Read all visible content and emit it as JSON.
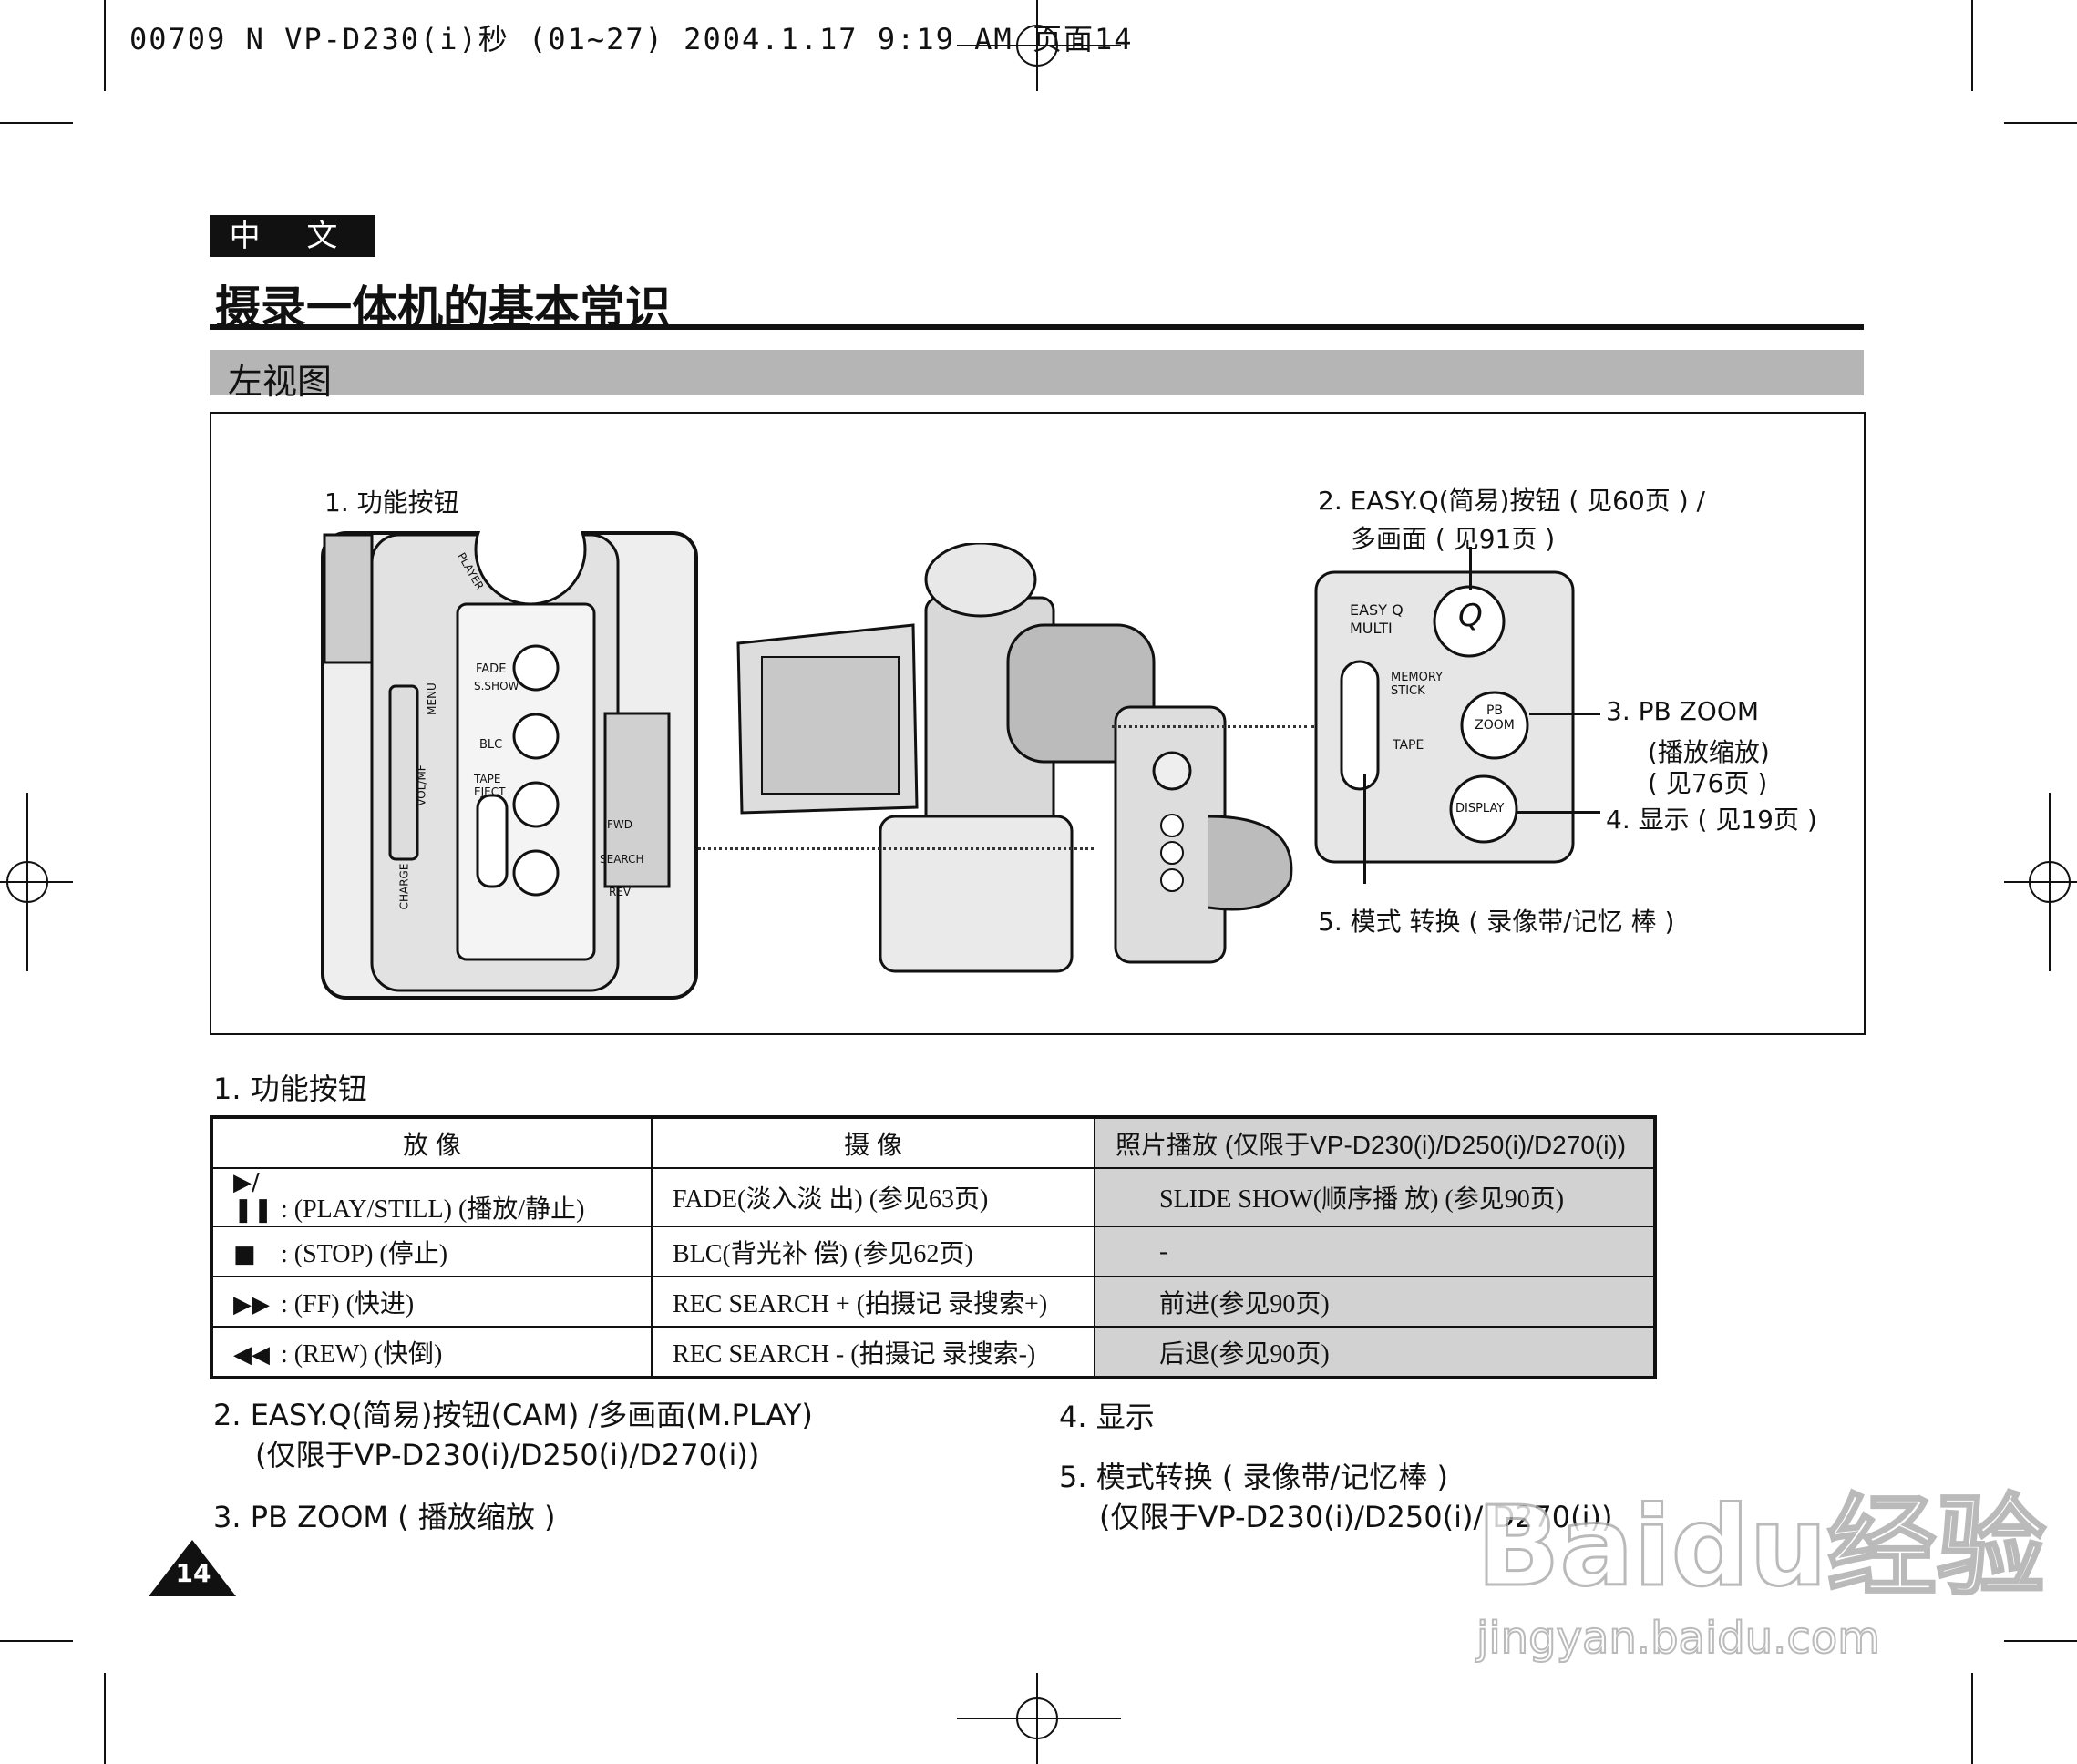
{
  "print_header": "00709 N VP-D230(i)秒 (01~27) 2004.1.17 9:19 AM 页面14",
  "lang_badge": "中 文",
  "title": "摄录一体机的基本常识",
  "section": "左视图",
  "figure": {
    "callout_1": "1. 功能按钮",
    "callout_2a": "2. EASY.Q(简易)按钮 ( 见60页 ) /",
    "callout_2b": "多画面 ( 见91页 )",
    "callout_3a": "3.   PB ZOOM",
    "callout_3b": "(播放缩放)",
    "callout_3c": "( 见76页 )",
    "callout_4": "4.   显示 ( 见19页 )",
    "callout_5": "5. 模式 转换 ( 录像带/记忆 棒 )",
    "panel_labels": {
      "fade": "FADE",
      "sshow": "S.SHOW",
      "blc": "BLC",
      "tape_eject": "TAPE EJECT",
      "fwd": "FWD",
      "search": "SEARCH",
      "rev": "REV",
      "menu": "MENU",
      "vol_mf": "VOL/MF",
      "charge": "CHARGE",
      "player": "PLAYER"
    },
    "right_panel": {
      "easyq": "EASY Q",
      "multi": "MULTI",
      "memory_stick": "MEMORY STICK",
      "tape": "TAPE",
      "pb_zoom": "PB ZOOM",
      "display": "DISPLAY"
    }
  },
  "subheading": "1.  功能按钮",
  "table": {
    "headers": [
      "放  像",
      "摄  像",
      "照片播放 (仅限于VP-D230(i)/D250(i)/D270(i))"
    ],
    "rows": [
      {
        "icon": "▶/❚❚",
        "play": ": (PLAY/STILL) (播放/静止)",
        "cam": "FADE(淡入淡 出)  (参见63页)",
        "photo": "SLIDE SHOW(顺序播 放) (参见90页)"
      },
      {
        "icon": "■",
        "play": ": (STOP) (停止)",
        "cam": "BLC(背光补 偿) (参见62页)",
        "photo": "-"
      },
      {
        "icon": "▶▶",
        "play": ": (FF) (快进)",
        "cam": "REC SEARCH + (拍摄记 录搜索+)",
        "photo": "前进(参见90页)"
      },
      {
        "icon": "◀◀",
        "play": ": (REW) (快倒)",
        "cam": "REC SEARCH - (拍摄记 录搜索-)",
        "photo": "后退(参见90页)"
      }
    ]
  },
  "notes": {
    "n2a": "2.  EASY.Q(简易)按钮(CAM) /多画面(M.PLAY)",
    "n2b": "(仅限于VP-D230(i)/D250(i)/D270(i))",
    "n3": "3.  PB ZOOM ( 播放缩放 )",
    "n4": "4.  显示",
    "n5a": "5.  模式转换 ( 录像带/记忆棒 )",
    "n5b": "(仅限于VP-D230(i)/D250(i)/ D270(i))"
  },
  "page_number": "14",
  "watermark": {
    "brand": "Baidu经验",
    "url": "jingyan.baidu.com"
  }
}
